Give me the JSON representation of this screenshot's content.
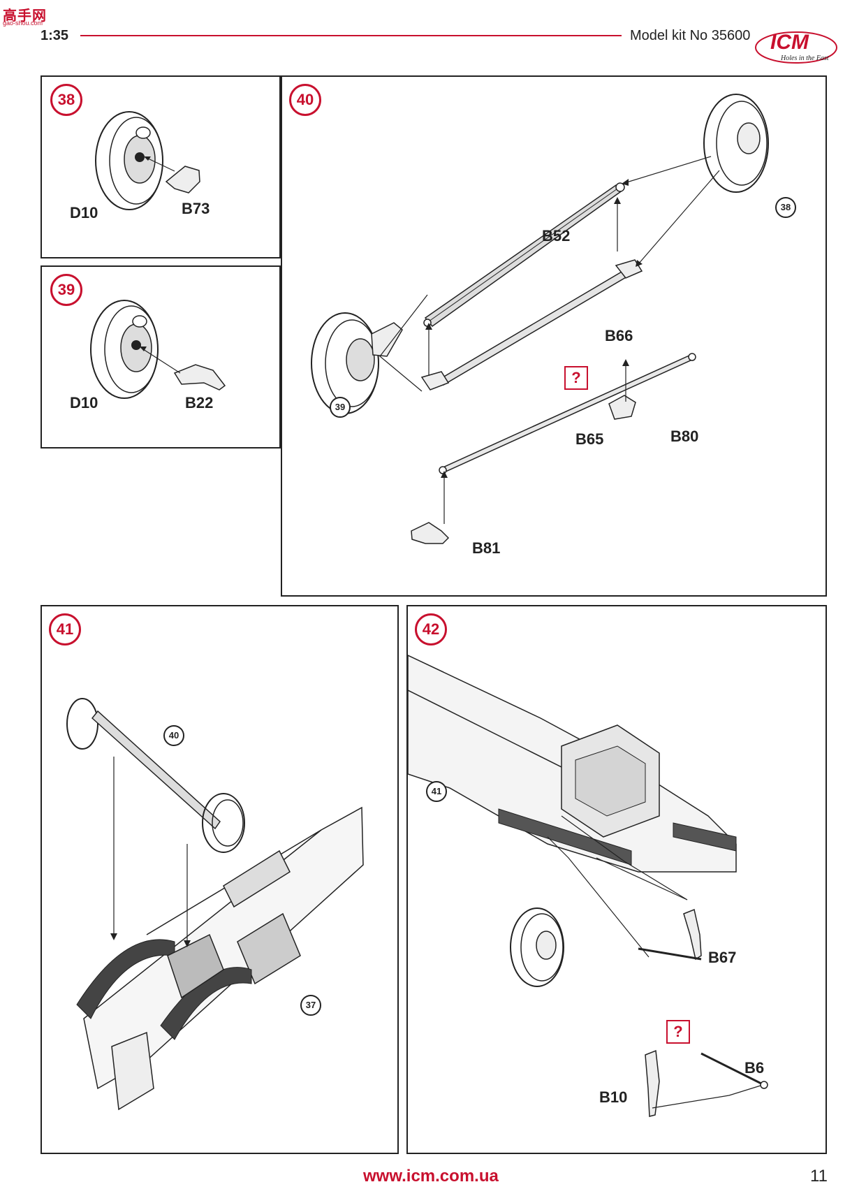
{
  "header": {
    "scale": "1:35",
    "kit_number": "Model kit No 35600",
    "brand_logo": "ICM",
    "brand_tagline": "Holes in the East",
    "watermark_text": "高手网",
    "watermark_sub": "gao-shou.com"
  },
  "steps": [
    {
      "number": "38",
      "parts": [
        "D10",
        "B73"
      ]
    },
    {
      "number": "39",
      "parts": [
        "D10",
        "B22"
      ]
    },
    {
      "number": "40",
      "parts": [
        "B52",
        "B66",
        "B65",
        "B80",
        "B81"
      ],
      "refs": [
        "38",
        "39"
      ]
    },
    {
      "number": "41",
      "refs": [
        "40",
        "37"
      ]
    },
    {
      "number": "42",
      "parts": [
        "B67",
        "B6",
        "B10"
      ],
      "refs": [
        "41"
      ]
    }
  ],
  "question_mark": "?",
  "footer": {
    "url": "www.icm.com.ua",
    "page_number": "11"
  }
}
